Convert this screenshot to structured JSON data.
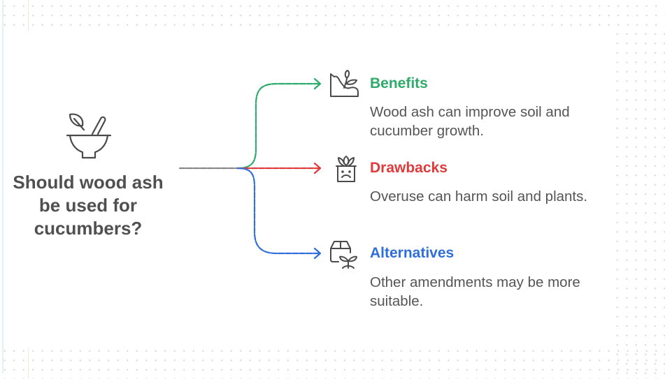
{
  "diagram": {
    "type": "branching-mind-map",
    "central": {
      "icon": "mortar-pestle-leaf-icon",
      "title": "Should wood ash be used for cucumbers?",
      "title_lines": [
        "Should wood ash",
        "be used for",
        "cucumbers?"
      ],
      "color": "#505050"
    },
    "connector_stem_color": "#888888",
    "branches": [
      {
        "id": "benefits",
        "icon": "soil-plant-sprout-icon",
        "heading": "Benefits",
        "description": "Wood ash can improve soil and cucumber growth.",
        "color": "#2eaa6a"
      },
      {
        "id": "drawbacks",
        "icon": "sad-potted-plant-icon",
        "heading": "Drawbacks",
        "description": "Overuse can harm soil and plants.",
        "color": "#e03b3b"
      },
      {
        "id": "alternatives",
        "icon": "box-with-sprout-icon",
        "heading": "Alternatives",
        "description": "Other amendments may be more suitable.",
        "color": "#2f6fdb"
      }
    ]
  }
}
